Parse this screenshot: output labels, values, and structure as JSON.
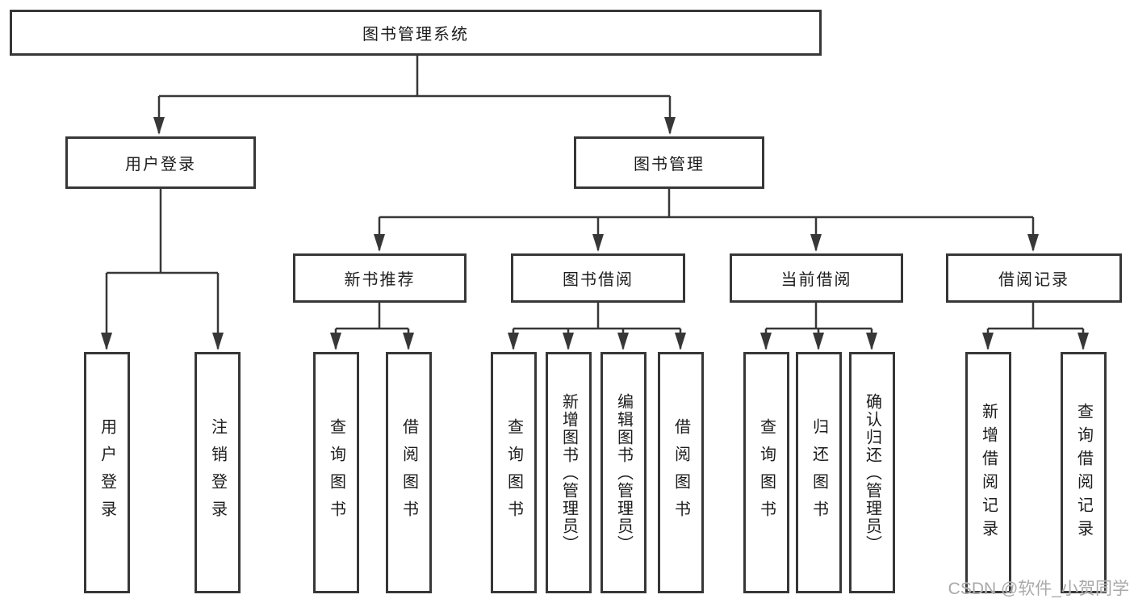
{
  "tree": {
    "root": {
      "label": "图书管理系统"
    },
    "login": {
      "label": "用户登录",
      "children": [
        {
          "label": "用户登录"
        },
        {
          "label": "注销登录"
        }
      ]
    },
    "mgmt": {
      "label": "图书管理",
      "sections": [
        {
          "label": "新书推荐",
          "children": [
            {
              "label": "查询图书"
            },
            {
              "label": "借阅图书"
            }
          ]
        },
        {
          "label": "图书借阅",
          "children": [
            {
              "label": "查询图书"
            },
            {
              "label": "新增图书（管理员）"
            },
            {
              "label": "编辑图书（管理员）"
            },
            {
              "label": "借阅图书"
            }
          ]
        },
        {
          "label": "当前借阅",
          "children": [
            {
              "label": "查询图书"
            },
            {
              "label": "归还图书"
            },
            {
              "label": "确认归还（管理员）"
            }
          ]
        },
        {
          "label": "借阅记录",
          "children": [
            {
              "label": "新增借阅记录"
            },
            {
              "label": "查询借阅记录"
            }
          ]
        }
      ]
    }
  },
  "watermark": "CSDN @软件_小贺同学",
  "colors": {
    "line": "#373737",
    "box_border": "#373737",
    "text": "#1c1c1c",
    "watermark": "#a9a9a9",
    "background": "#ffffff"
  }
}
